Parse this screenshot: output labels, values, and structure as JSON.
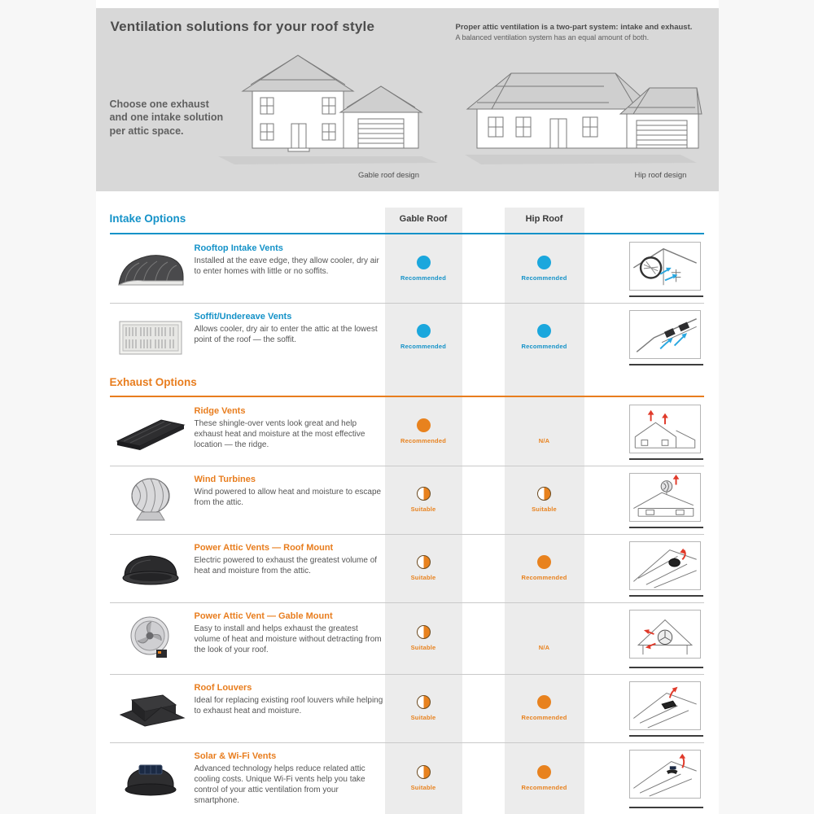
{
  "header": {
    "title": "Ventilation solutions for your roof style",
    "note_bold": "Proper attic ventilation is a two-part system: intake and exhaust.",
    "note_sub": "A balanced ventilation system has an equal amount of both.",
    "choose": "Choose one exhaust and one intake solution per attic space.",
    "gable_label": "Gable roof design",
    "hip_label": "Hip roof design"
  },
  "colors": {
    "intake_accent": "#1492c8",
    "intake_dot": "#1ba7dd",
    "exhaust_accent": "#e87d1e",
    "hero_background": "#d8d8d8",
    "column_stripe": "#ececec"
  },
  "table": {
    "columns": {
      "gable": "Gable Roof",
      "hip": "Hip Roof"
    },
    "sections": [
      {
        "title": "Intake Options",
        "rows": [
          {
            "icon": "rooftop-intake-vent-product",
            "name": "Rooftop Intake Vents",
            "desc": "Installed at the eave edge, they allow cooler, dry air to enter homes with little or no soffits.",
            "gable": {
              "fill": "full",
              "label": "Recommended"
            },
            "hip": {
              "fill": "full",
              "label": "Recommended"
            }
          },
          {
            "icon": "soffit-undereave-vent-product",
            "name": "Soffit/Undereave Vents",
            "desc": "Allows cooler, dry air to enter the attic at the lowest point of the roof — the soffit.",
            "gable": {
              "fill": "full",
              "label": "Recommended"
            },
            "hip": {
              "fill": "full",
              "label": "Recommended"
            }
          }
        ]
      },
      {
        "title": "Exhaust Options",
        "rows": [
          {
            "icon": "ridge-vent-product",
            "name": "Ridge Vents",
            "desc": "These shingle-over vents look great and help exhaust heat and moisture at the most effective location — the ridge.",
            "gable": {
              "fill": "full",
              "label": "Recommended"
            },
            "hip": {
              "fill": "none",
              "label": "N/A"
            }
          },
          {
            "icon": "wind-turbine-product",
            "name": "Wind Turbines",
            "desc": "Wind powered to allow heat and moisture to escape from the attic.",
            "gable": {
              "fill": "half",
              "label": "Suitable"
            },
            "hip": {
              "fill": "half",
              "label": "Suitable"
            }
          },
          {
            "icon": "power-attic-vent-roof-mount-product",
            "name": "Power Attic Vents — Roof Mount",
            "desc": "Electric powered to exhaust the greatest volume of heat and moisture from the attic.",
            "gable": {
              "fill": "half",
              "label": "Suitable"
            },
            "hip": {
              "fill": "full",
              "label": "Recommended"
            }
          },
          {
            "icon": "power-attic-vent-gable-mount-product",
            "name": "Power Attic Vent — Gable Mount",
            "desc": "Easy to install and helps exhaust the greatest volume of heat and moisture without detracting from the look of your roof.",
            "gable": {
              "fill": "half",
              "label": "Suitable"
            },
            "hip": {
              "fill": "none",
              "label": "N/A"
            }
          },
          {
            "icon": "roof-louver-product",
            "name": "Roof Louvers",
            "desc": "Ideal for replacing existing roof louvers while helping to exhaust heat and moisture.",
            "gable": {
              "fill": "half",
              "label": "Suitable"
            },
            "hip": {
              "fill": "full",
              "label": "Recommended"
            }
          },
          {
            "icon": "solar-wifi-vent-product",
            "name": "Solar & Wi-Fi Vents",
            "desc": "Advanced technology helps reduce related attic cooling costs. Unique Wi-Fi vents help you take control of your attic ventilation from your smartphone.",
            "gable": {
              "fill": "half",
              "label": "Suitable"
            },
            "hip": {
              "fill": "full",
              "label": "Recommended"
            }
          }
        ]
      }
    ]
  }
}
